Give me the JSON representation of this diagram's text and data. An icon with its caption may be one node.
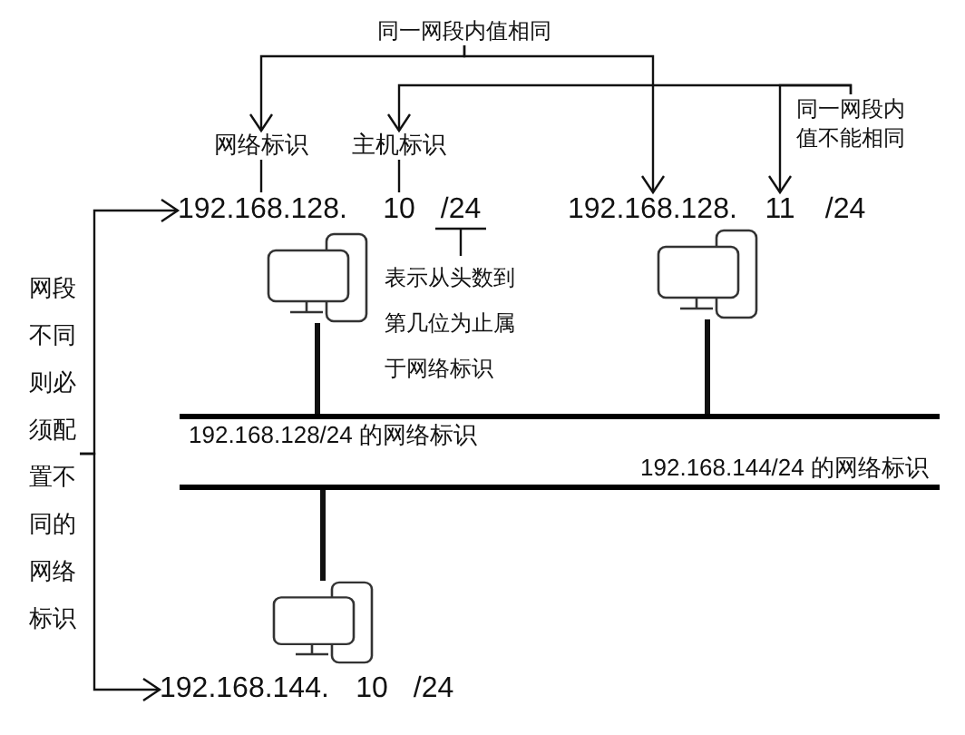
{
  "diagram": {
    "nodes": [
      {
        "text": [
          "同一网段内值相同"
        ]
      },
      {
        "text": [
          "同一网段内值不能相同"
        ]
      },
      {
        "text": [
          "网络标识"
        ]
      },
      {
        "text": [
          "主机标识"
        ]
      },
      {
        "text": [
          "192.168.128."
        ]
      },
      {
        "text": [
          "10"
        ]
      },
      {
        "text": [
          "/24"
        ]
      },
      {
        "text": [
          "192.168.128."
        ]
      },
      {
        "text": [
          "11"
        ]
      },
      {
        "text": [
          "/24"
        ]
      },
      {
        "text": [
          "表示从头数到第几位为止属于网络标识"
        ]
      },
      {
        "text": [],
        "shape": "computer"
      },
      {
        "text": [],
        "shape": "computer"
      },
      {
        "text": [],
        "shape": "bar",
        "beside": [
          "192.168.128/24 的网络标识"
        ]
      },
      {
        "text": [],
        "shape": "bar",
        "beside": [
          "192.168.144/24 的网络标识"
        ]
      },
      {
        "text": [],
        "shape": "computer"
      },
      {
        "text": [
          "192.168.144."
        ]
      },
      {
        "text": [
          "10"
        ]
      },
      {
        "text": [
          "/24"
        ]
      },
      {
        "text": [
          "网段不同则必须配置不同的网络标识"
        ]
      }
    ],
    "edges": [
      {
        "from": 0,
        "to": 2,
        "arrow": "to"
      },
      {
        "from": 0,
        "to": 7,
        "arrow": "to"
      },
      {
        "from": 1,
        "to": 3,
        "arrow": "to"
      },
      {
        "from": 1,
        "to": 8,
        "arrow": "to"
      },
      {
        "from": 2,
        "to": 4,
        "arrow": "none"
      },
      {
        "from": 3,
        "to": 5,
        "arrow": "none"
      },
      {
        "from": 6,
        "to": 10,
        "arrow": "none"
      },
      {
        "from": 11,
        "to": 13,
        "arrow": "none",
        "style": "thick"
      },
      {
        "from": 12,
        "to": 13,
        "arrow": "none",
        "style": "thick"
      },
      {
        "from": 15,
        "to": 14,
        "arrow": "none",
        "style": "thick"
      },
      {
        "from": 19,
        "to": 4,
        "arrow": "to"
      },
      {
        "from": 19,
        "to": 16,
        "arrow": "to"
      }
    ]
  }
}
